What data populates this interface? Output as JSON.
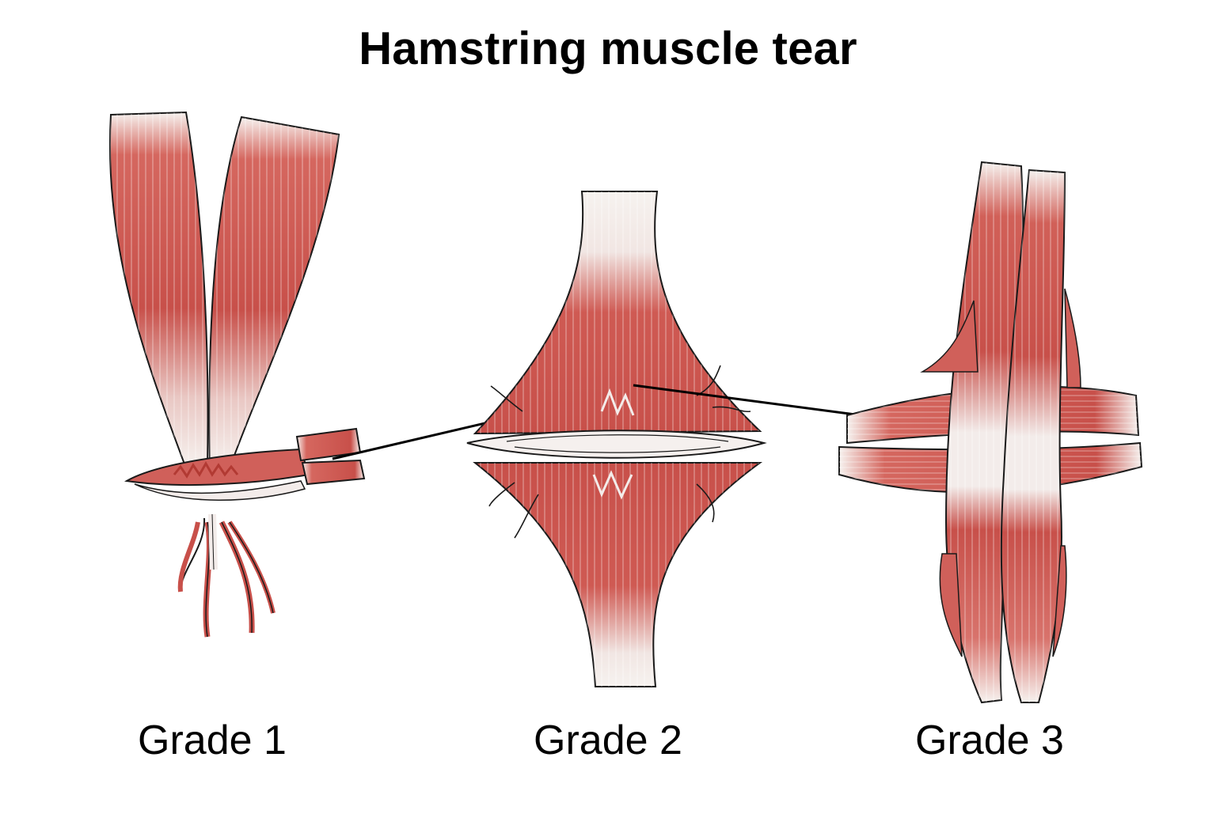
{
  "title": "Hamstring muscle tear",
  "grades": [
    {
      "label": "Grade 1"
    },
    {
      "label": "Grade 2"
    },
    {
      "label": "Grade 3"
    }
  ],
  "colors": {
    "muscle": "#cd5c55",
    "muscle_dark": "#b23a33",
    "tendon": "#f4f1ee",
    "outline": "#1a1a1a",
    "background": "#ffffff"
  }
}
